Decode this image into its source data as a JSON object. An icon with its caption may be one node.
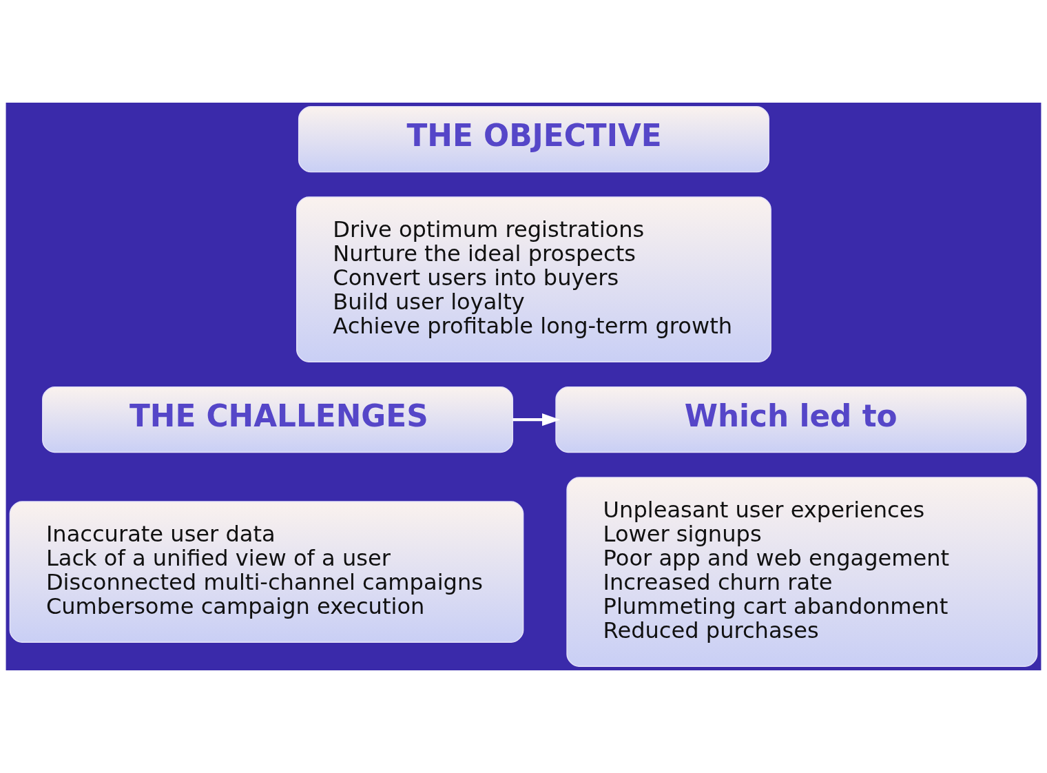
{
  "diagram": {
    "nodes": [
      {
        "text": [
          "THE OBJECTIVE"
        ]
      },
      {
        "text": [
          "Drive optimum registrations",
          "Nurture the ideal prospects",
          "Convert users into buyers",
          "Build user loyalty",
          "Achieve profitable long-term growth"
        ]
      },
      {
        "text": [
          "THE CHALLENGES"
        ]
      },
      {
        "text": [
          "Which led to"
        ]
      },
      {
        "text": [
          "Inaccurate user data",
          "Lack of a unified view of a user",
          "Disconnected multi-channel campaigns",
          "Cumbersome campaign execution"
        ]
      },
      {
        "text": [
          "Unpleasant user experiences",
          "Lower signups",
          "Poor app and web engagement",
          "Increased churn rate",
          "Plummeting cart abandonment",
          "Reduced purchases"
        ]
      }
    ],
    "edges": [
      {
        "from": 2,
        "to": 3,
        "arrow": "to"
      }
    ]
  }
}
